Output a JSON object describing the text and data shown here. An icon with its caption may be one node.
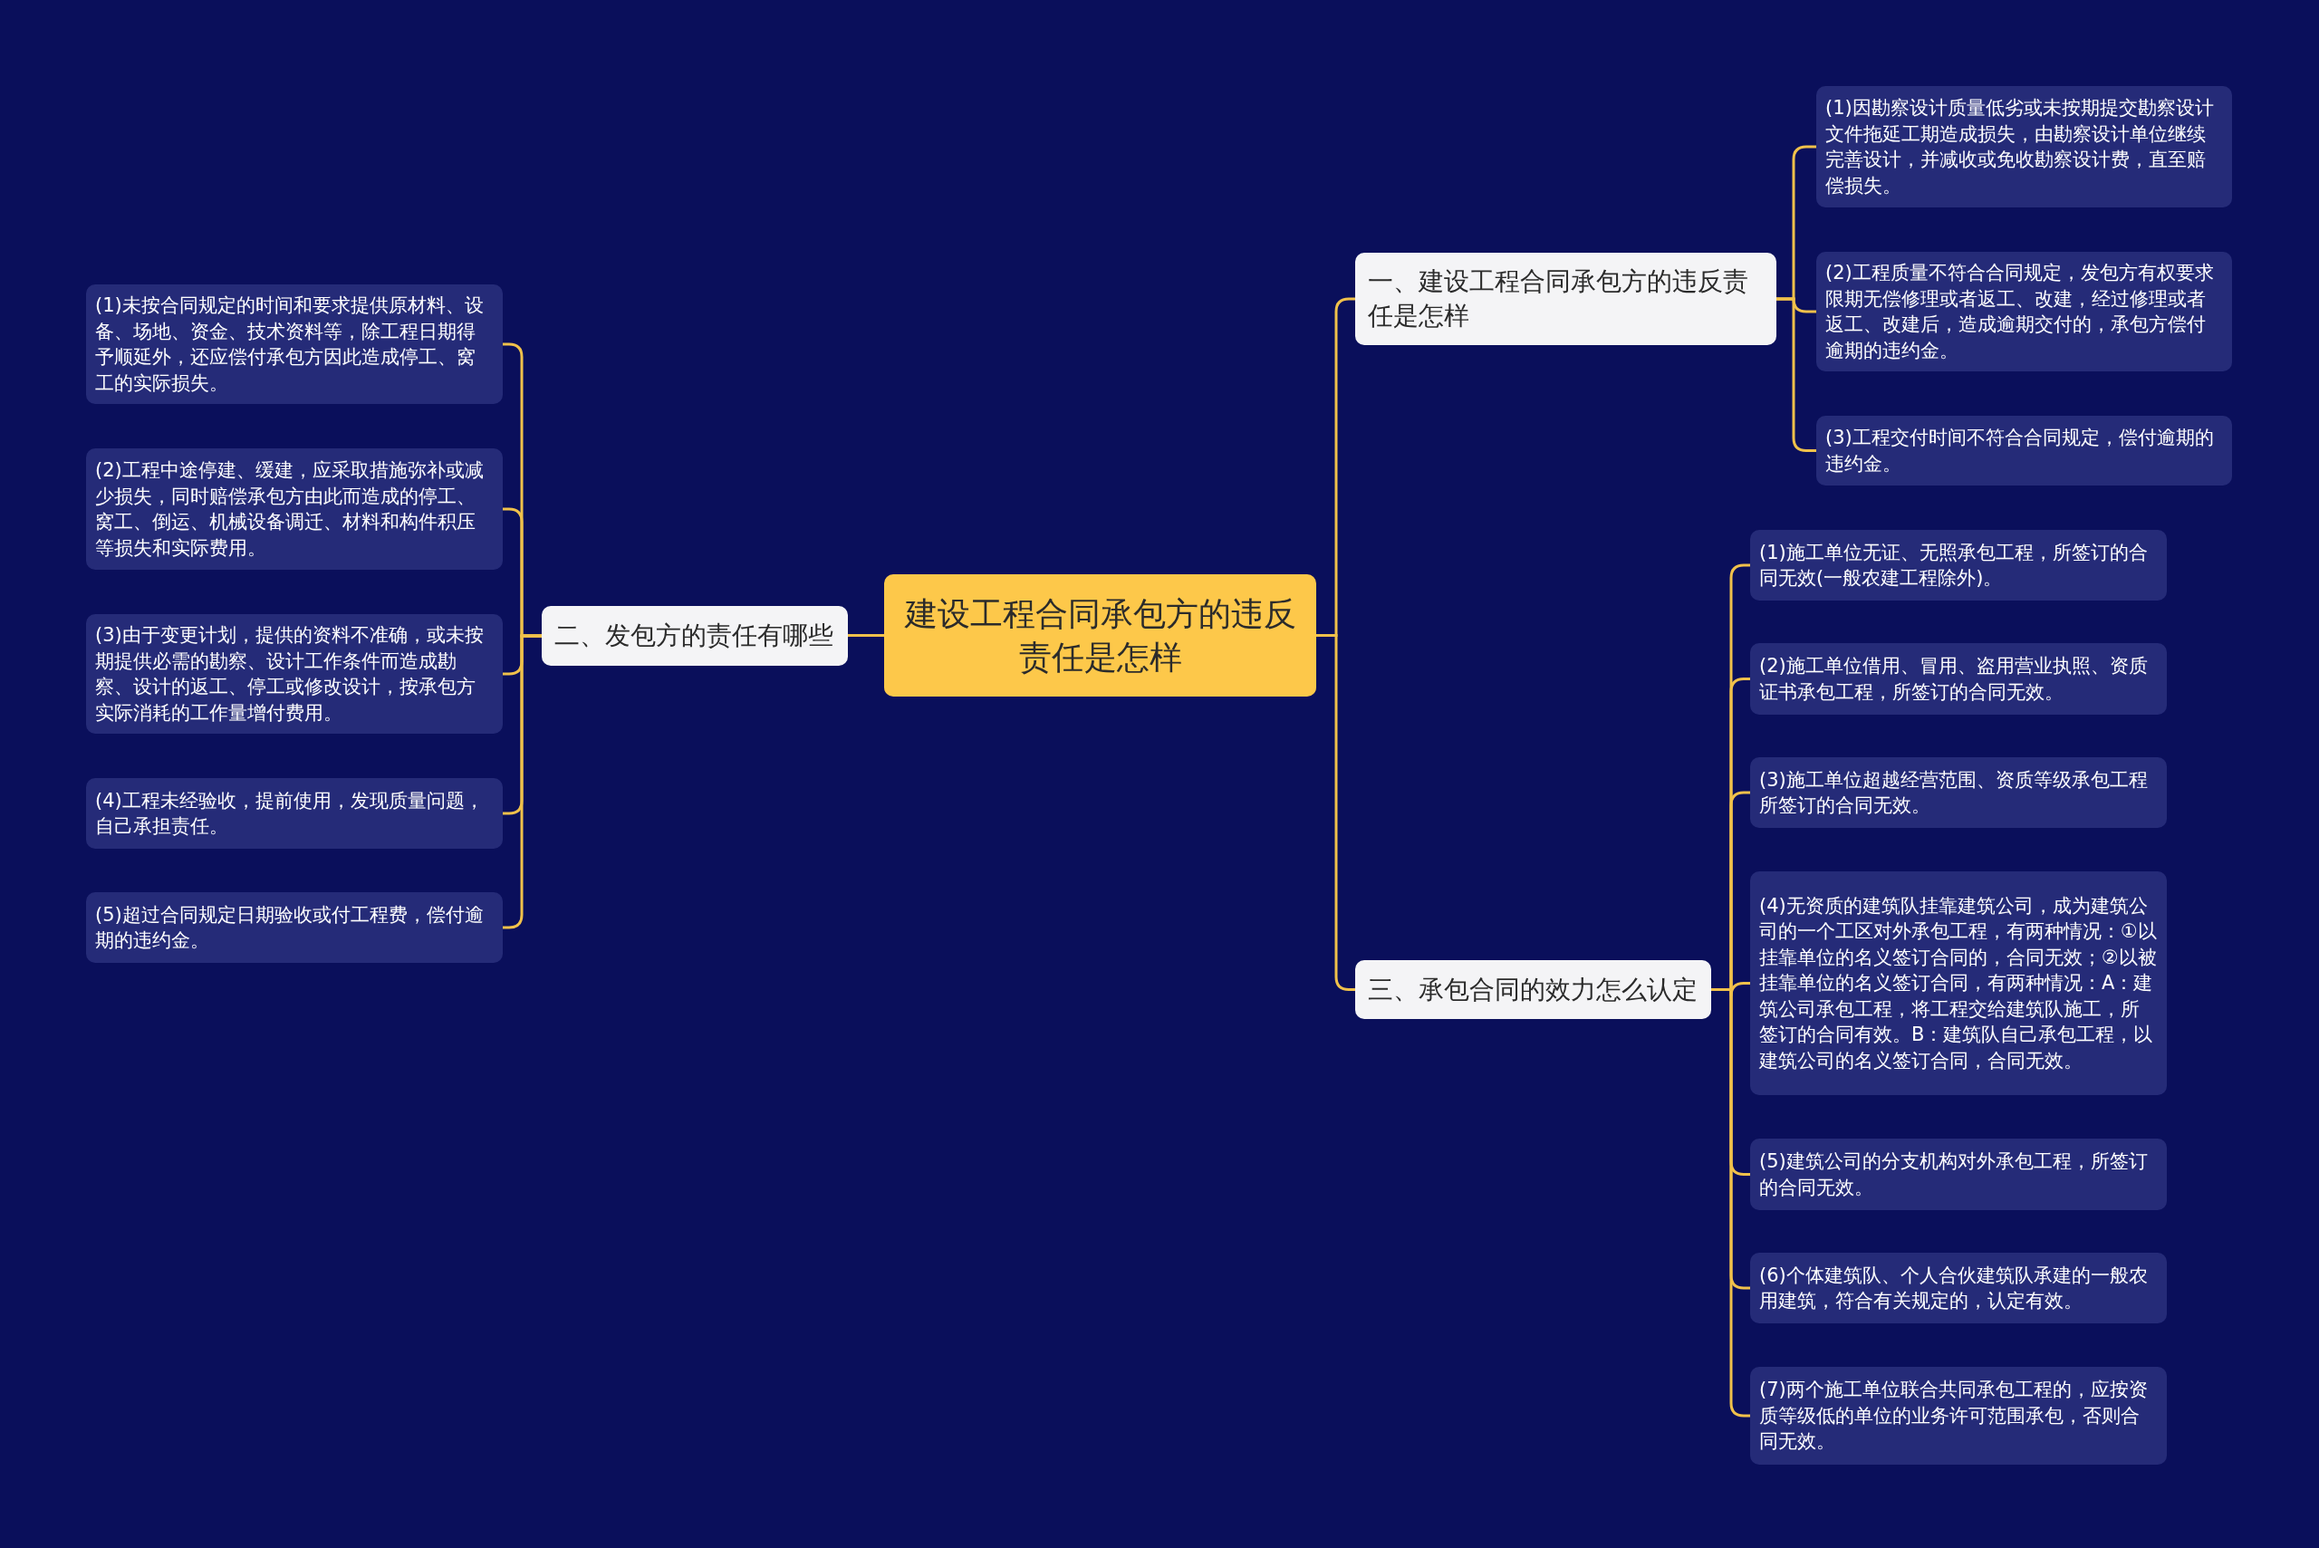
{
  "diagram": {
    "nodes": [
      {
        "text": [
          "建设工程合同承包方的违反责任是怎样"
        ]
      },
      {
        "text": [
          "一、建设工程合同承包方的违反责任是怎样"
        ]
      },
      {
        "text": [
          "(1)因勘察设计质量低劣或未按期提交勘察设计文件拖延工期造成损失，由勘察设计单位继续完善设计，并减收或免收勘察设计费，直至赔偿损失。"
        ]
      },
      {
        "text": [
          "(2)工程质量不符合合同规定，发包方有权要求限期无偿修理或者返工、改建，经过修理或者返工、改建后，造成逾期交付的，承包方偿付逾期的违约金。"
        ]
      },
      {
        "text": [
          "(3)工程交付时间不符合合同规定，偿付逾期的违约金。"
        ]
      },
      {
        "text": [
          "二、发包方的责任有哪些"
        ]
      },
      {
        "text": [
          "(1)未按合同规定的时间和要求提供原材料、设备、场地、资金、技术资料等，除工程日期得予顺延外，还应偿付承包方因此造成停工、窝工的实际损失。"
        ]
      },
      {
        "text": [
          "(2)工程中途停建、缓建，应采取措施弥补或减少损失，同时赔偿承包方由此而造成的停工、窝工、倒运、机械设备调迁、材料和构件积压等损失和实际费用。"
        ]
      },
      {
        "text": [
          "(3)由于变更计划，提供的资料不准确，或未按期提供必需的勘察、设计工作条件而造成勘察、设计的返工、停工或修改设计，按承包方实际消耗的工作量增付费用。"
        ]
      },
      {
        "text": [
          "(4)工程未经验收，提前使用，发现质量问题，自己承担责任。"
        ]
      },
      {
        "text": [
          "(5)超过合同规定日期验收或付工程费，偿付逾期的违约金。"
        ]
      },
      {
        "text": [
          "三、承包合同的效力怎么认定"
        ]
      },
      {
        "text": [
          "(1)施工单位无证、无照承包工程，所签订的合同无效(一般农建工程除外)。"
        ]
      },
      {
        "text": [
          "(2)施工单位借用、冒用、盗用营业执照、资质证书承包工程，所签订的合同无效。"
        ]
      },
      {
        "text": [
          "(3)施工单位超越经营范围、资质等级承包工程所签订的合同无效。"
        ]
      },
      {
        "text": [
          "(4)无资质的建筑队挂靠建筑公司，成为建筑公司的一个工区对外承包工程，有两种情况：①以挂靠单位的名义签订合同的，合同无效；②以被挂靠单位的名义签订合同，有两种情况：A：建筑公司承包工程，将工程交给建筑队施工，所签订的合同有效。B：建筑队自己承包工程，以建筑公司的名义签订合同，合同无效。"
        ]
      },
      {
        "text": [
          "(5)建筑公司的分支机构对外承包工程，所签订的合同无效。"
        ]
      },
      {
        "text": [
          "(6)个体建筑队、个人合伙建筑队承建的一般农用建筑，符合有关规定的，认定有效。"
        ]
      },
      {
        "text": [
          "(7)两个施工单位联合共同承包工程的，应按资质等级低的单位的业务许可范围承包，否则合同无效。"
        ]
      }
    ],
    "edges": [
      {
        "from": 0,
        "to": 1,
        "arrow": "none"
      },
      {
        "from": 1,
        "to": 2,
        "arrow": "none"
      },
      {
        "from": 1,
        "to": 3,
        "arrow": "none"
      },
      {
        "from": 1,
        "to": 4,
        "arrow": "none"
      },
      {
        "from": 0,
        "to": 5,
        "arrow": "none"
      },
      {
        "from": 5,
        "to": 6,
        "arrow": "none"
      },
      {
        "from": 5,
        "to": 7,
        "arrow": "none"
      },
      {
        "from": 5,
        "to": 8,
        "arrow": "none"
      },
      {
        "from": 5,
        "to": 9,
        "arrow": "none"
      },
      {
        "from": 5,
        "to": 10,
        "arrow": "none"
      },
      {
        "from": 0,
        "to": 11,
        "arrow": "none"
      },
      {
        "from": 11,
        "to": 12,
        "arrow": "none"
      },
      {
        "from": 11,
        "to": 13,
        "arrow": "none"
      },
      {
        "from": 11,
        "to": 14,
        "arrow": "none"
      },
      {
        "from": 11,
        "to": 15,
        "arrow": "none"
      },
      {
        "from": 11,
        "to": 16,
        "arrow": "none"
      },
      {
        "from": 11,
        "to": 17,
        "arrow": "none"
      },
      {
        "from": 11,
        "to": 18,
        "arrow": "none"
      }
    ]
  }
}
